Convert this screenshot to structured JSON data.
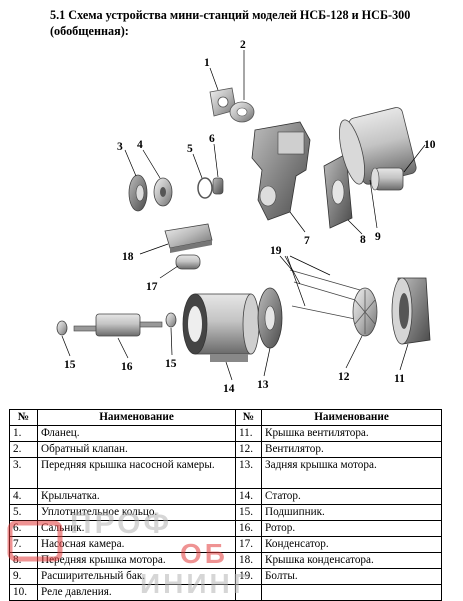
{
  "title": "5.1 Схема устройства мини-станций моделей НСБ-128 и НСБ-300  (обобщенная):",
  "callouts": {
    "c1": "1",
    "c2": "2",
    "c3": "3",
    "c4": "4",
    "c5": "5",
    "c6": "6",
    "c7": "7",
    "c8": "8",
    "c9": "9",
    "c10": "10",
    "c11": "11",
    "c12": "12",
    "c13": "13",
    "c14": "14",
    "c15a": "15",
    "c15b": "15",
    "c16": "16",
    "c17": "17",
    "c18": "18",
    "c19": "19"
  },
  "table": {
    "headers": {
      "num_left": "№",
      "name_left": "Наименование",
      "num_right": "№",
      "name_right": "Наименование"
    },
    "rows": [
      {
        "ln": "1.",
        "lt": "Фланец.",
        "rn": "11.",
        "rt": "Крышка вентилятора."
      },
      {
        "ln": "2.",
        "lt": "Обратный клапан.",
        "rn": "12.",
        "rt": "Вентилятор."
      },
      {
        "ln": "3.",
        "lt": "Передняя крышка насосной камеры.",
        "rn": "13.",
        "rt": "Задняя крышка  мотора."
      },
      {
        "ln": "4.",
        "lt": "Крыльчатка.",
        "rn": "14.",
        "rt": "Статор."
      },
      {
        "ln": "5.",
        "lt": "Уплотнительное кольцо.",
        "rn": "15.",
        "rt": "Подшипник."
      },
      {
        "ln": "6.",
        "lt": "Сальник.",
        "rn": "16.",
        "rt": "Ротор."
      },
      {
        "ln": "7.",
        "lt": "Насосная камера.",
        "rn": "17.",
        "rt": "Конденсатор."
      },
      {
        "ln": "8.",
        "lt": "Передняя крышка мотора.",
        "rn": "18.",
        "rt": "Крышка конденсатора."
      },
      {
        "ln": "9.",
        "lt": "Расширительный бак.",
        "rn": "19.",
        "rt": "Болты."
      },
      {
        "ln": "10.",
        "lt": "Реле давления.",
        "rn": "",
        "rt": ""
      }
    ]
  },
  "watermark": {
    "line1": "ПРОФ",
    "line2": "ОБ",
    "line3": "ИНИНГ"
  },
  "colors": {
    "watermark_red": "#e23b3b",
    "watermark_gray": "#b5b5b5",
    "part_gray": "#9a9a9a"
  }
}
